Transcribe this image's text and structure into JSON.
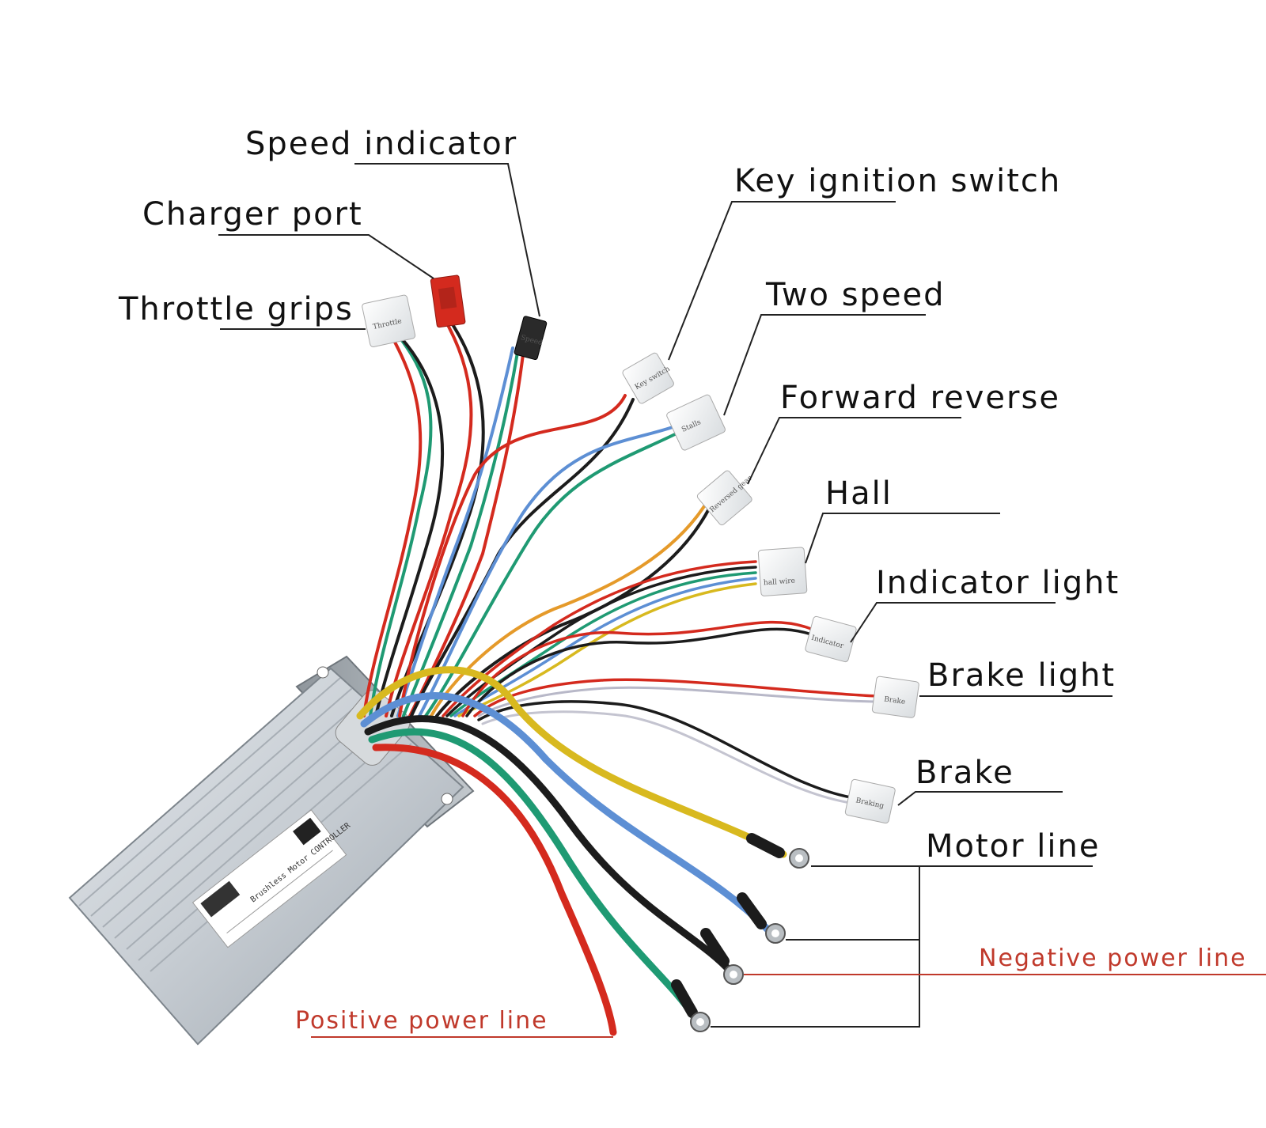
{
  "labels": {
    "speed_indicator": "Speed indicator",
    "charger_port": "Charger port",
    "throttle_grips": "Throttle grips",
    "key_ignition_switch": "Key ignition switch",
    "two_speed": "Two speed",
    "forward_reverse": "Forward reverse",
    "hall": "Hall",
    "indicator_light": "Indicator light",
    "brake_light": "Brake light",
    "brake": "Brake",
    "motor_line": "Motor line",
    "negative_power_line": "Negative power line",
    "positive_power_line": "Positive power line"
  },
  "connector_text": {
    "throttle": "Throttle",
    "speed": "Speed",
    "key": "Key switch",
    "stalls": "Stalls",
    "reverse": "Reversed gear",
    "hall": "hall wire",
    "indicator": "Indicator",
    "brake_light": "Brake",
    "brake": "Braking"
  },
  "controller_label": {
    "title": "Brushless Motor CONTROLLER"
  },
  "colors": {
    "text": "#111111",
    "power_label": "#c0392b",
    "wire_red": "#d42a1e",
    "wire_black": "#1c1c1c",
    "wire_green": "#1f9a73",
    "wire_blue": "#5d8fd4",
    "wire_yellow": "#d8b91f",
    "wire_orange": "#e59a2a",
    "controller_body": "#c7cdd3"
  }
}
